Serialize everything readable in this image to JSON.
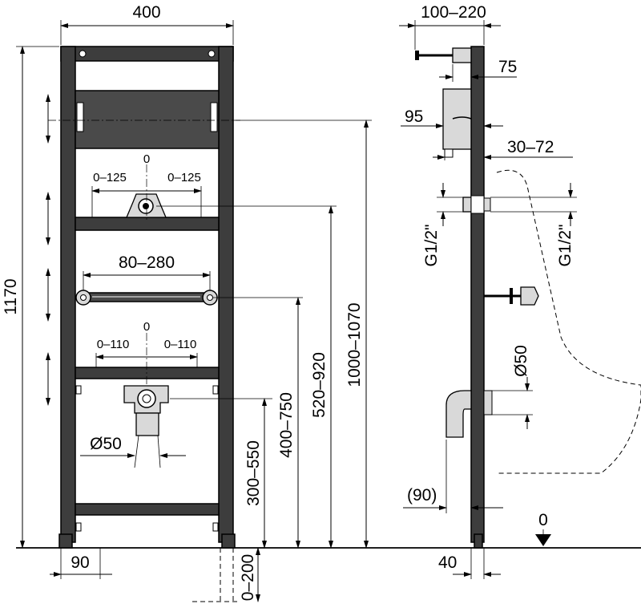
{
  "front_view": {
    "width": "400",
    "height_total": "1170",
    "horizontal_range_top_left": "0–125",
    "horizontal_range_top_right": "0–125",
    "zero_top": "0",
    "bracket_span": "80–280",
    "horizontal_range_bottom_left": "0–110",
    "horizontal_range_bottom_right": "0–110",
    "zero_bottom": "0",
    "drain_diameter": "Ø50",
    "height_1": "300–550",
    "height_2": "400–750",
    "height_3": "520–920",
    "height_4": "1000–1070",
    "foot_width": "90",
    "floor_adjust": "0–200"
  },
  "side_view": {
    "depth_range": "100–220",
    "d75": "75",
    "d95": "95",
    "d30_72": "30–72",
    "thread_left": "G1/2\"",
    "thread_right": "G1/2\"",
    "drain_diameter": "Ø50",
    "d90": "(90)",
    "foot_depth": "40",
    "floor_zero": "0"
  }
}
